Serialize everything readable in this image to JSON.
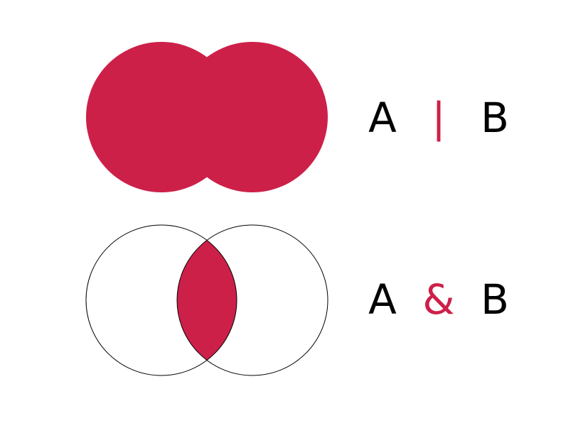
{
  "colors": {
    "accent": "#cd2049",
    "outline": "#000000",
    "background": "#ffffff"
  },
  "union_row": {
    "left_label": "A",
    "operator": "|",
    "right_label": "B"
  },
  "intersection_row": {
    "left_label": "A",
    "operator": "&",
    "right_label": "B"
  }
}
